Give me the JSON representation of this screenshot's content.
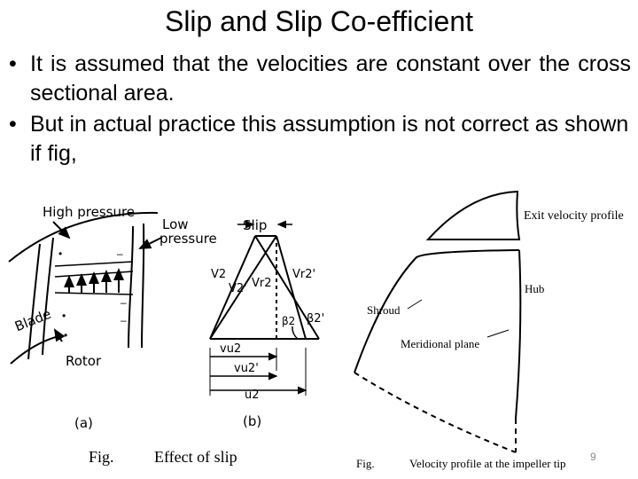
{
  "title": "Slip and Slip Co-efficient",
  "bullets": [
    "It is assumed that the velocities are constant over the cross sectional area.",
    "But in actual practice this assumption is not correct as shown if fig,"
  ],
  "bullet_symbol": "•",
  "figure_left": {
    "labels": {
      "high_pressure": "High pressure",
      "low_pressure_1": "Low",
      "low_pressure_2": "pressure",
      "blade": "Blade",
      "rotor": "Rotor",
      "sub_a": "(a)",
      "slip": "Slip",
      "v2": "V2",
      "v2_prime": "V2'",
      "vr2": "Vr2",
      "vr2_prime": "Vr2'",
      "beta2": "β2",
      "beta2_prime": "β2'",
      "vu2": "vu2",
      "vu2_prime": "vu2'",
      "u2": "u2",
      "sub_b": "(b)"
    },
    "caption_fig": "Fig.",
    "caption_text": "Effect of slip"
  },
  "figure_right": {
    "labels": {
      "exit_profile": "Exit velocity profile",
      "hub": "Hub",
      "shroud": "Shroud",
      "meridional": "Meridional plane"
    },
    "caption_fig": "Fig.",
    "caption_text": "Velocity profile at the impeller tip"
  },
  "page_number": "9"
}
